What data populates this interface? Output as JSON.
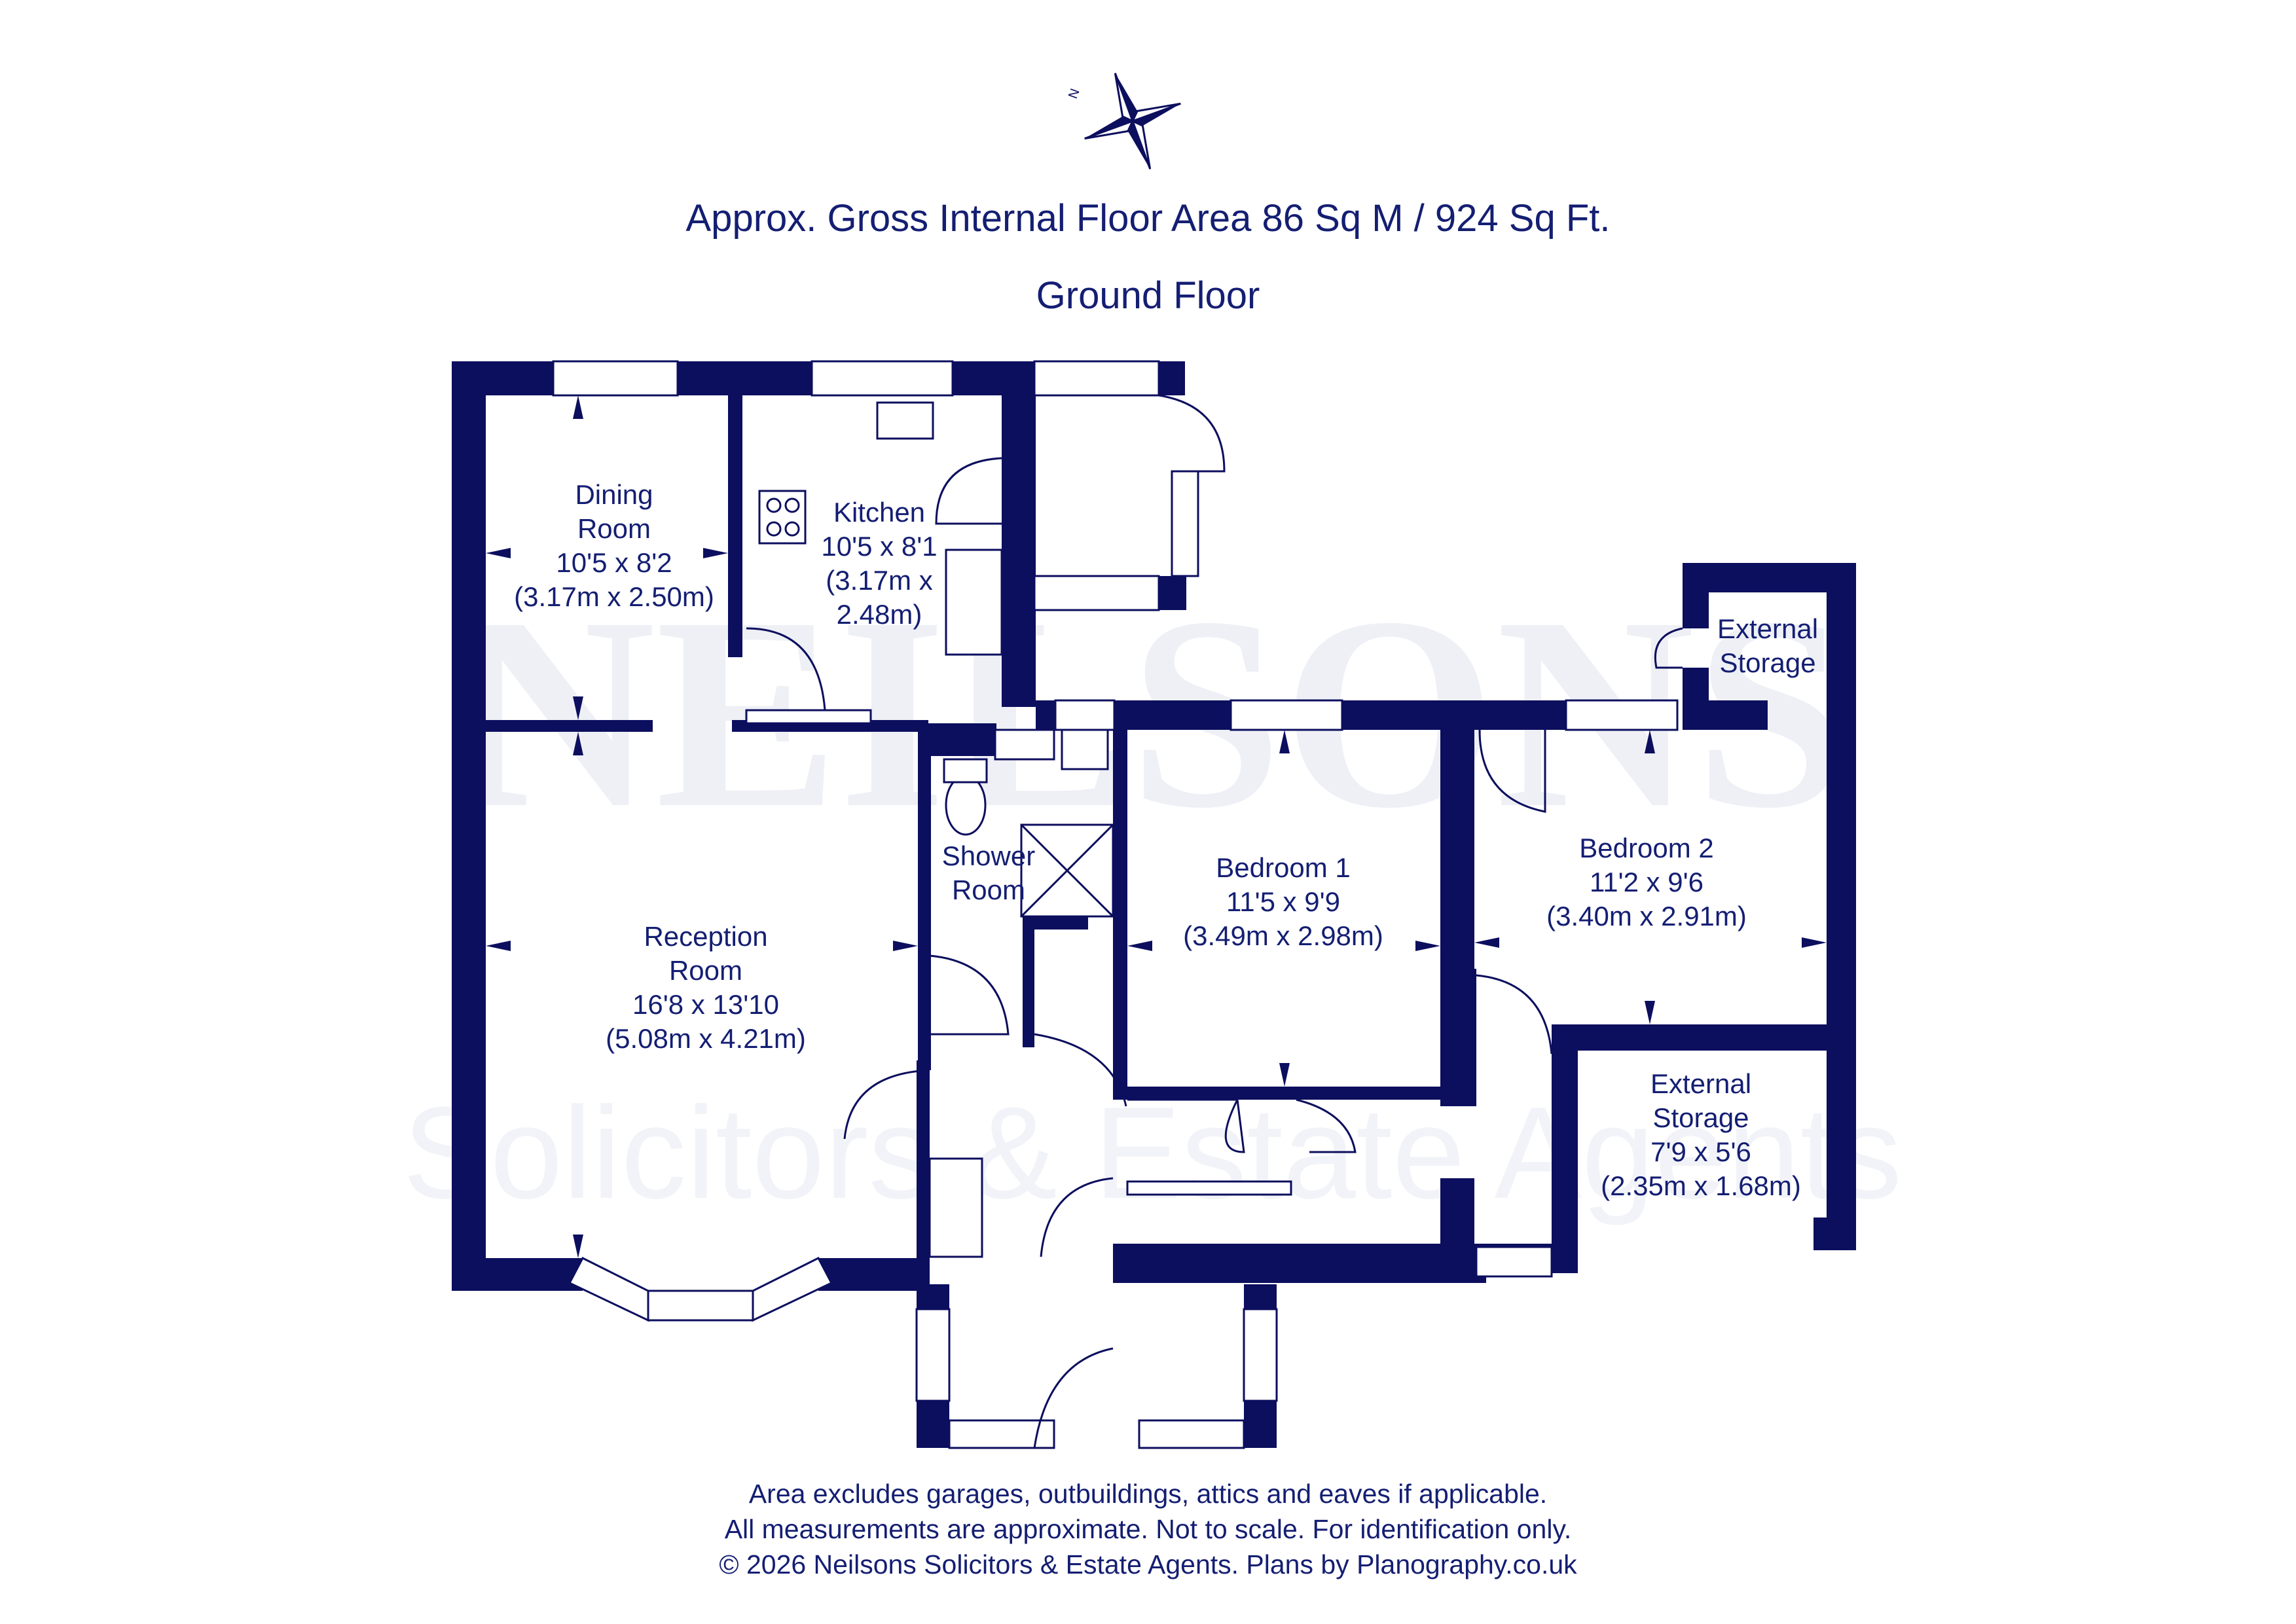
{
  "header": {
    "title": "Approx. Gross Internal Floor Area 86 Sq M / 924 Sq Ft.",
    "floor": "Ground Floor"
  },
  "compass": {
    "icon": "compass-rose-icon",
    "north_label": "N"
  },
  "watermark": {
    "brand": "NEILSONS",
    "tagline": "Solicitors & Estate Agents"
  },
  "rooms": {
    "dining": {
      "name_1": "Dining",
      "name_2": "Room",
      "imperial": "10'5 x 8'2",
      "metric": "(3.17m x 2.50m)"
    },
    "kitchen": {
      "name": "Kitchen",
      "imperial": "10'5 x 8'1",
      "metric_1": "(3.17m x",
      "metric_2": "2.48m)"
    },
    "reception": {
      "name_1": "Reception",
      "name_2": "Room",
      "imperial": "16'8 x 13'10",
      "metric": "(5.08m x 4.21m)"
    },
    "shower": {
      "name_1": "Shower",
      "name_2": "Room"
    },
    "bedroom1": {
      "name": "Bedroom 1",
      "imperial": "11'5 x 9'9",
      "metric": "(3.49m x 2.98m)"
    },
    "bedroom2": {
      "name": "Bedroom 2",
      "imperial": "11'2 x 9'6",
      "metric": "(3.40m x 2.91m)"
    },
    "ext_storage_small": {
      "name_1": "External",
      "name_2": "Storage"
    },
    "ext_storage": {
      "name_1": "External",
      "name_2": "Storage",
      "imperial": "7'9 x 5'6",
      "metric": "(2.35m x 1.68m)"
    }
  },
  "footer": {
    "line1": "Area excludes garages, outbuildings, attics and eaves if applicable.",
    "line2": "All measurements are approximate. Not to scale. For identification only.",
    "line3": "© 2026 Neilsons Solicitors & Estate Agents. Plans by Planography.co.uk"
  },
  "colors": {
    "wall": "#0c0e5e",
    "text": "#141e72",
    "watermark": "#eef0f6"
  }
}
